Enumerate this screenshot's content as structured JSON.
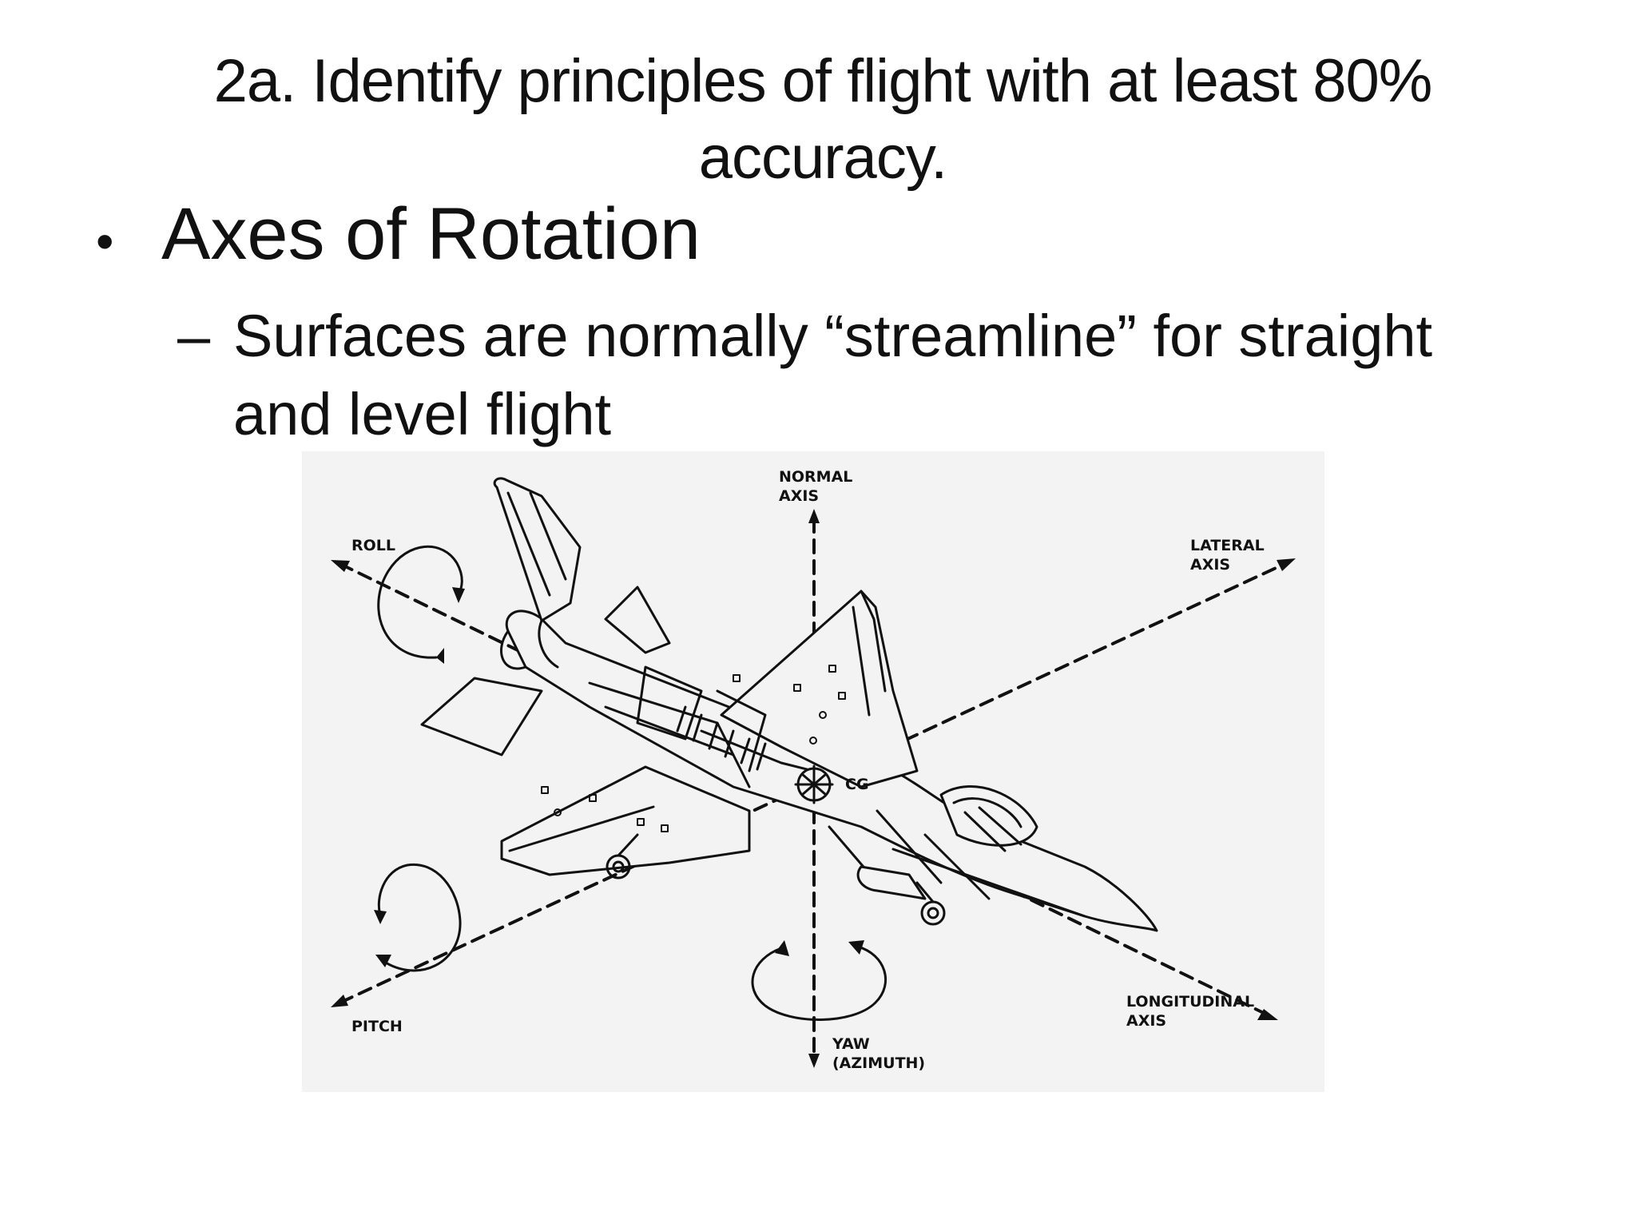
{
  "slide": {
    "title": "2a.  Identify principles of flight with at least 80% accuracy.",
    "bullet": {
      "symbol": "•",
      "text": "Axes of Rotation"
    },
    "sub_bullet": {
      "symbol": "–",
      "text": "Surfaces are normally “streamline” for straight and level flight"
    }
  },
  "figure": {
    "labels": {
      "normal_axis": "NORMAL\nAXIS",
      "roll": "ROLL",
      "lateral_axis": "LATERAL\nAXIS",
      "cg": "CG",
      "pitch": "PITCH",
      "longitudinal_axis": "LONGITUDINAL\nAXIS",
      "yaw": "YAW\n(AZIMUTH)"
    },
    "background_color": "#f3f3f3",
    "line_color": "#111111"
  }
}
